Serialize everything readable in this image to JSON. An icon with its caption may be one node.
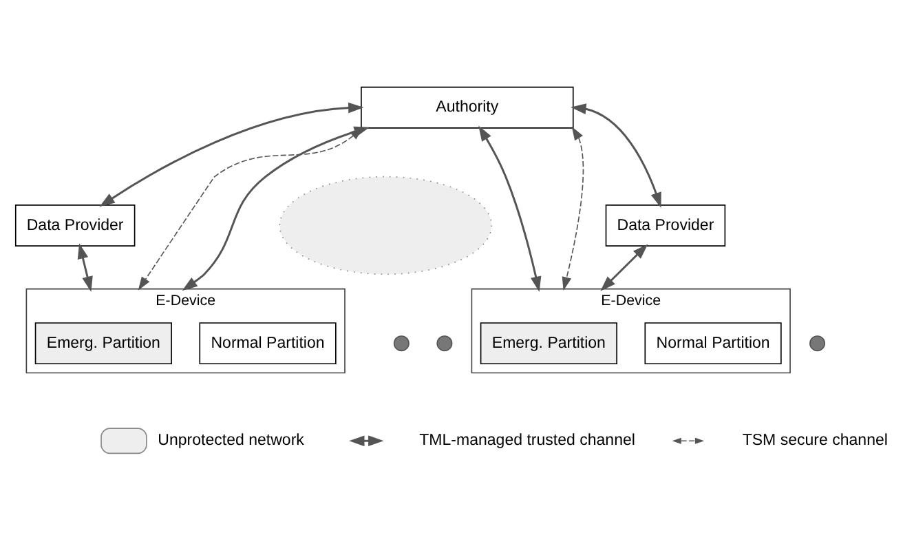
{
  "diagram": {
    "nodes": [
      {
        "text": [
          "Authority"
        ]
      },
      {
        "text": [
          "Data Provider"
        ]
      },
      {
        "text": [
          "Data Provider"
        ]
      },
      {
        "text": [],
        "shape": "ellipse"
      },
      {
        "text": [
          "E-Device"
        ]
      },
      {
        "text": [
          "Emerg. Partition"
        ],
        "in": 4
      },
      {
        "text": [
          "Normal Partition"
        ],
        "in": 4
      },
      {
        "text": [],
        "shape": "circle"
      },
      {
        "text": [],
        "shape": "circle"
      },
      {
        "text": [],
        "shape": "circle"
      },
      {
        "text": [
          "E-Device"
        ]
      },
      {
        "text": [
          "Emerg. Partition"
        ],
        "in": 10
      },
      {
        "text": [
          "Normal Partition"
        ],
        "in": 10
      }
    ],
    "edges": [
      {
        "from": 0,
        "to": 1,
        "arrow": "both"
      },
      {
        "from": 1,
        "to": 4,
        "arrow": "both"
      },
      {
        "from": 0,
        "to": 4,
        "arrow": "both",
        "style": "dashed"
      },
      {
        "from": 0,
        "to": 4,
        "arrow": "both"
      },
      {
        "from": 0,
        "to": 10,
        "arrow": "both"
      },
      {
        "from": 0,
        "to": 10,
        "arrow": "both",
        "style": "dashed"
      },
      {
        "from": 10,
        "to": 2,
        "arrow": "both"
      },
      {
        "from": 0,
        "to": 2,
        "arrow": "both"
      }
    ],
    "legend": [
      {
        "text": "Unprotected network"
      },
      {
        "text": "TML-managed trusted channel"
      },
      {
        "text": "TSM secure channel"
      }
    ]
  }
}
